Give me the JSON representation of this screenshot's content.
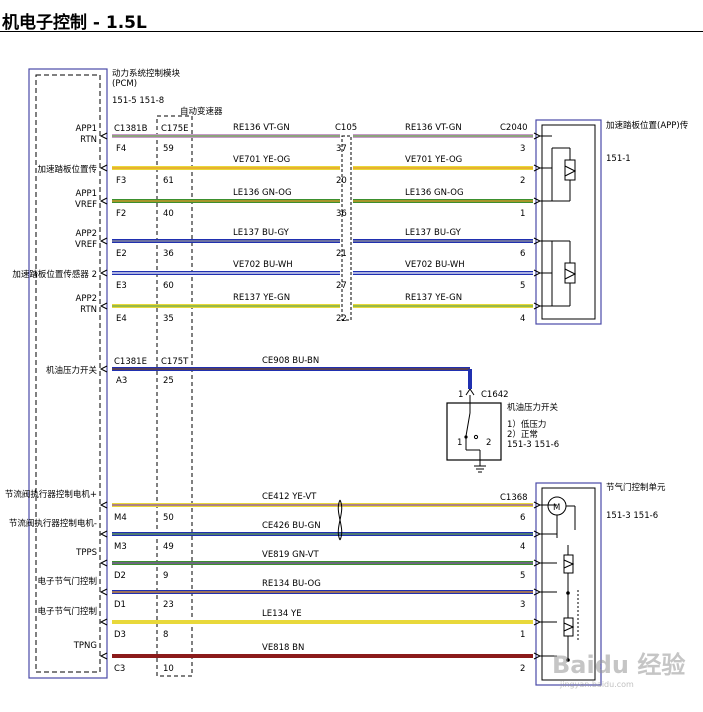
{
  "title": "机电子控制 - 1.5L",
  "pcm": {
    "title_line1": "动力系统控制模块",
    "title_line2": "(PCM)",
    "refs": "151-5 151-8",
    "connector1": "C1381B",
    "connector2": "C1381E",
    "signals": [
      "APP1\nRTN",
      "加速踏板位置传",
      "APP1\nVREF",
      "APP2\nVREF",
      "加速踏板位置传感器 2",
      "APP2\nRTN"
    ],
    "oil_signal": "机油压力开关",
    "throttle_signals": [
      "节流阀执行器控制电机+",
      "节流阀执行器控制电机-",
      "TPPS",
      "电子节气门控制",
      "电子节气门控制",
      "TPNG"
    ]
  },
  "trans": {
    "title": "自动变速器",
    "connector1": "C175E",
    "connector2": "C175T"
  },
  "app_sensor": {
    "label": "加速踏板位置(APP)传",
    "ref": "151-1",
    "connector": "C2040"
  },
  "inline_connector": "C105",
  "app_circuits": [
    {
      "pcm_pin": "F4",
      "trans_pin": "59",
      "wire": "RE136",
      "color_code": "VT-GN",
      "c105": "37",
      "sensor_pin": "3",
      "color": "#c79ac9",
      "stripe": "#6aa84f"
    },
    {
      "pcm_pin": "F3",
      "trans_pin": "61",
      "wire": "VE701",
      "color_code": "YE-OG",
      "c105": "20",
      "sensor_pin": "2",
      "color": "#e8d83a",
      "stripe": "#e89a2a"
    },
    {
      "pcm_pin": "F2",
      "trans_pin": "40",
      "wire": "LE136",
      "color_code": "GN-OG",
      "c105": "36",
      "sensor_pin": "1",
      "color": "#3b8f2e",
      "stripe": "#e89a2a"
    },
    {
      "pcm_pin": "E2",
      "trans_pin": "36",
      "wire": "LE137",
      "color_code": "BU-GY",
      "c105": "21",
      "sensor_pin": "6",
      "color": "#2030b0",
      "stripe": "#9a9a9a"
    },
    {
      "pcm_pin": "E3",
      "trans_pin": "60",
      "wire": "VE702",
      "color_code": "BU-WH",
      "c105": "27",
      "sensor_pin": "5",
      "color": "#2030b0",
      "stripe": "#ffffff"
    },
    {
      "pcm_pin": "E4",
      "trans_pin": "35",
      "wire": "RE137",
      "color_code": "YE-GN",
      "c105": "22",
      "sensor_pin": "4",
      "color": "#e8d83a",
      "stripe": "#6aa84f"
    }
  ],
  "oil_circuit": {
    "pcm_pin": "A3",
    "trans_pin": "25",
    "wire": "CE908",
    "color_code": "BU-BN",
    "color": "#2030b0",
    "stripe": "#7a4a20"
  },
  "oil_switch": {
    "connector": "C1642",
    "pin": "1",
    "label": "机油压力开关",
    "state1": "1）低压力",
    "state2": "2）正常",
    "refs": "151-3 151-6",
    "contact1": "1",
    "contact2": "2"
  },
  "throttle_unit": {
    "label": "节气门控制单元",
    "connector": "C1368",
    "refs": "151-3 151-6",
    "motor": "M"
  },
  "throttle_circuits": [
    {
      "pcm_pin": "M4",
      "trans_pin": "50",
      "wire": "CE412",
      "color_code": "YE-VT",
      "unit_pin": "6",
      "color": "#e8d83a",
      "stripe": "#8a4fb0"
    },
    {
      "pcm_pin": "M3",
      "trans_pin": "49",
      "wire": "CE426",
      "color_code": "BU-GN",
      "unit_pin": "4",
      "color": "#2030b0",
      "stripe": "#6aa84f"
    },
    {
      "pcm_pin": "D2",
      "trans_pin": "9",
      "wire": "VE819",
      "color_code": "GN-VT",
      "unit_pin": "5",
      "color": "#3b8f2e",
      "stripe": "#8a4fb0"
    },
    {
      "pcm_pin": "D1",
      "trans_pin": "23",
      "wire": "RE134",
      "color_code": "BU-OG",
      "unit_pin": "3",
      "color": "#2030b0",
      "stripe": "#e89a2a"
    },
    {
      "pcm_pin": "D3",
      "trans_pin": "8",
      "wire": "LE134",
      "color_code": "YE",
      "unit_pin": "1",
      "color": "#e8d83a",
      "stripe": "#e8d83a"
    },
    {
      "pcm_pin": "C3",
      "trans_pin": "10",
      "wire": "VE818",
      "color_code": "BN",
      "unit_pin": "2",
      "color": "#8b1a1a",
      "stripe": "#8b1a1a"
    }
  ],
  "watermark": {
    "text": "Baidu 经验",
    "sub": "jingyan.baidu.com"
  }
}
